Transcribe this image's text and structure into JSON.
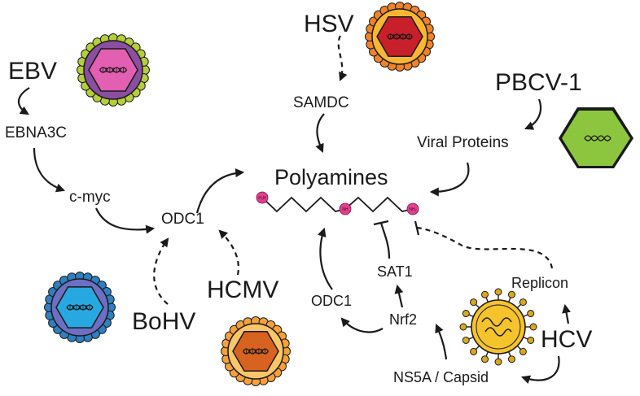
{
  "labels": {
    "ebv": "EBV",
    "ebna3c": "EBNA3C",
    "cmyc": "c-myc",
    "odc1_left": "ODC1",
    "hsv": "HSV",
    "samdc": "SAMDC",
    "pbcv": "PBCV-1",
    "viral_proteins": "Viral Proteins",
    "polyamines": "Polyamines",
    "hcmv": "HCMV",
    "bohv": "BoHV",
    "odc1_right": "ODC1",
    "sat1": "SAT1",
    "nrf2": "Nrf2",
    "replicon": "Replicon",
    "hcv": "HCV",
    "ns5a": "NS5A / Capsid"
  },
  "molecule": {
    "left": "H₂N",
    "middle": "NH",
    "right": "NH₂"
  },
  "colors": {
    "ebv_ring": "#b5cf3a",
    "ebv_shell": "#8a4fa0",
    "ebv_core": "#e35fb1",
    "hsv_ring": "#f0832a",
    "hsv_shell": "#f7b733",
    "hsv_core": "#c8202a",
    "pbcv_core": "#8cc63f",
    "bohv_ring": "#2f7fc1",
    "bohv_shell": "#6d6fc4",
    "bohv_core": "#27a8e0",
    "hcmv_ring": "#f7a03a",
    "hcmv_shell": "#f9c66a",
    "hcmv_core": "#d8621f",
    "hcv_core": "#f5c32c",
    "hcv_spike": "#d9a821",
    "molecule_node": "#e33f8e"
  }
}
